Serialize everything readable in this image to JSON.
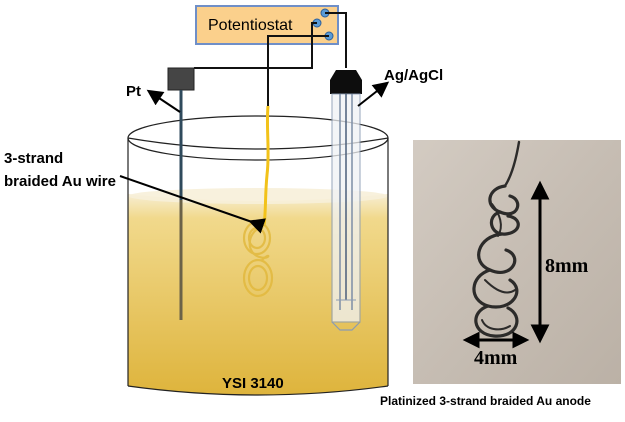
{
  "diagram": {
    "potentiostat_label": "Potentiostat",
    "pt_label": "Pt",
    "agcl_label": "Ag/AgCl",
    "wire_label_line1": "3-strand",
    "wire_label_line2": "braided Au wire",
    "beaker_label": "YSI 3140",
    "photo_height_label": "8mm",
    "photo_width_label": "4mm",
    "photo_caption": "Platinized 3-strand braided Au anode"
  },
  "colors": {
    "potentiostat_fill": "#fbd08c",
    "potentiostat_border": "#6f8fc8",
    "terminal_blue": "#5b9bd5",
    "solution_top": "#f6eccf",
    "solution_bottom": "#e0b741",
    "gold_wire": "#f2c21a",
    "photo_bg": "#c9c0b6"
  },
  "icons": [
    "potentiostat-box-icon",
    "pt-electrode-icon",
    "ag-agcl-electrode-icon",
    "gold-coil-icon",
    "photo-coil-icon"
  ]
}
